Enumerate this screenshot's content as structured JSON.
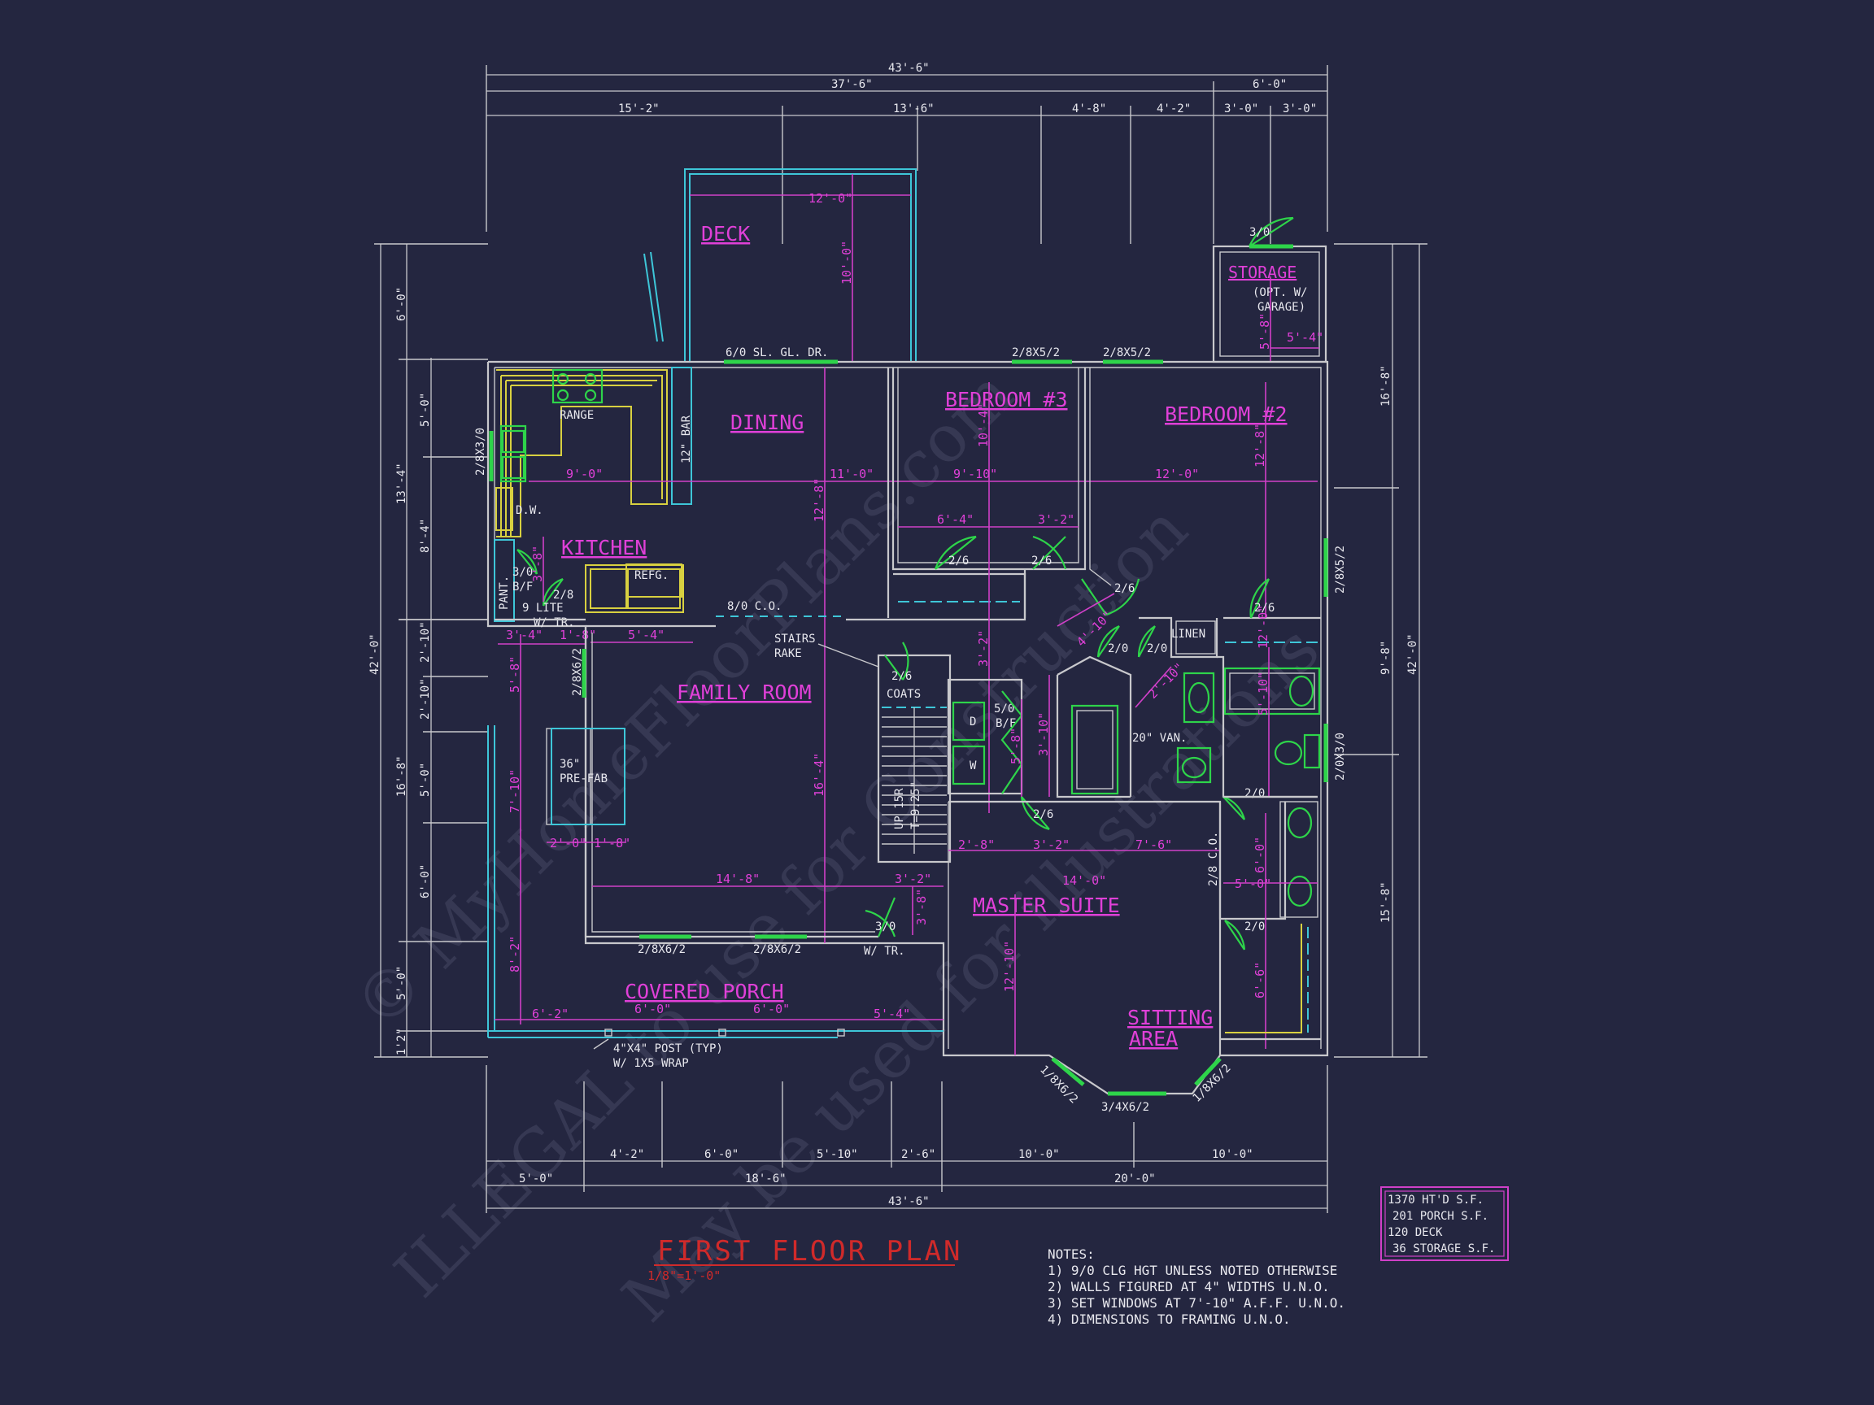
{
  "rooms": {
    "deck": "DECK",
    "storage": "STORAGE",
    "storage_note_1": "(OPT. W/",
    "storage_note_2": "GARAGE)",
    "dining": "DINING",
    "bedroom3": "BEDROOM #3",
    "bedroom2": "BEDROOM #2",
    "kitchen": "KITCHEN",
    "family_room": "FAMILY ROOM",
    "master_suite": "MASTER SUITE",
    "sitting_area_1": "SITTING",
    "sitting_area_2": "AREA",
    "covered_porch": "COVERED PORCH"
  },
  "labels": {
    "range": "RANGE",
    "bar": "12\" BAR",
    "dw": "D.W.",
    "refg": "REFG.",
    "pant": "PANT.",
    "bif1": "3/0",
    "bif2": "B/F",
    "lite1": "2/8",
    "lite2": "9 LITE",
    "lite3": "W/ TR.",
    "co": "8/0 C.O.",
    "stairs1": "STAIRS",
    "stairs2": "RAKE",
    "coats": "COATS",
    "linen": "LINEN",
    "d": "D",
    "w": "W",
    "bif_50a": "5/0",
    "bif_50b": "B/F",
    "van": "20\" VAN.",
    "prefab1": "36\"",
    "prefab2": "PRE-FAB",
    "up": "UP 15R",
    "t": "T=9.25\"",
    "post1": "4\"X4\" POST (TYP)",
    "post2": "W/ 1X5 WRAP",
    "wtr": "W/ TR.",
    "co28": "2/8 C.O.",
    "sl_gl": "6/0 SL. GL. DR."
  },
  "doors": {
    "d30_storage": "3/0",
    "d26_a": "2/6",
    "d26_b": "2/6",
    "d26_c": "2/6",
    "d26_d": "2/6",
    "d26_coats": "2/6",
    "d20_a": "2/0",
    "d20_b": "2/0",
    "d20_c": "2/0",
    "d20_d": "2/0",
    "d26_e": "2/6",
    "d30_front": "3/0"
  },
  "windows": {
    "w1": "2/8X5/2",
    "w2": "2/8X5/2",
    "w3": "2/8X3/0",
    "w4": "2/8X5/2",
    "w5": "2/8X6/2",
    "w6": "2/8X6/2",
    "w7": "2/8X6/2",
    "w8": "2/0X3/0",
    "w9": "1/8X6/2",
    "w10": "3/4X6/2",
    "w11": "1/8X6/2"
  },
  "dims_top": {
    "overall": "43'-6\"",
    "d37": "37'-6\"",
    "d6": "6'-0\"",
    "a": "15'-2\"",
    "b": "13'-6\"",
    "c": "4'-8\"",
    "d": "4'-2\"",
    "e": "3'-0\"",
    "f": "3'-0\""
  },
  "dims_bottom": {
    "a": "4'-2\"",
    "b": "6'-0\"",
    "c": "5'-10\"",
    "d": "2'-6\"",
    "e": "10'-0\"",
    "f": "10'-0\"",
    "g": "5'-0\"",
    "h": "18'-6\"",
    "i": "20'-0\"",
    "overall": "43'-6\""
  },
  "dims_left": {
    "a": "6'-0\"",
    "b": "5'-0\"",
    "c": "13'-4\"",
    "d": "8'-4\"",
    "e": "2'-10\"",
    "f": "2'-10\"",
    "g": "42'-0\"",
    "h": "5'-0\"",
    "i": "16'-8\"",
    "j": "6'-0\"",
    "k": "5'-0\"",
    "l": "1'2\""
  },
  "dims_right": {
    "a": "16'-8\"",
    "b": "9'-8\"",
    "c": "42'-0\"",
    "d": "15'-8\""
  },
  "dims_inner": {
    "deck_w": "12'-0\"",
    "deck_h": "10'-0\"",
    "k_w": "9'-0\"",
    "dn_w": "11'-0\"",
    "dn_h": "12'-8\"",
    "b3_w": "9'-10\"",
    "b3_h": "10'-4\"",
    "b2_w": "12'-0\"",
    "b2_h": "12'-8\"",
    "st_h": "5'-8\"",
    "st_w": "5'-4\"",
    "cl1": "6'-4\"",
    "cl2": "3'-2\"",
    "k1": "3'-4\"",
    "k2": "1'-8\"",
    "k3": "5'-4\"",
    "k4": "3'-8\"",
    "fr_w": "14'-8\"",
    "fr_h": "16'-4\"",
    "fr1": "5'-8\"",
    "fr2": "7'-10\"",
    "fr3": "2'-0\"",
    "fr4": "1'-8\"",
    "cp1": "6'-2\"",
    "cp2": "6'-0\"",
    "cp3": "6'-0\"",
    "cp4": "5'-4\"",
    "cp5": "8'-2\"",
    "hall1": "3'-2\"",
    "hall2": "4'-10\"",
    "hall3": "2'-10\"",
    "hall4": "3'-10\"",
    "hall5": "5'-8\"",
    "bt1": "5'-10\"",
    "bt2": "12'-0\"",
    "ms1": "2'-8\"",
    "ms2": "3'-2\"",
    "ms3": "7'-6\"",
    "ms4": "14'-0\"",
    "ms5": "3'-2\"",
    "ms6": "3'-8\"",
    "ms7": "12'-10\"",
    "mb1": "5'-0\"",
    "mb2": "6'-0\"",
    "mb3": "6'-6\""
  },
  "title": {
    "main": "FIRST FLOOR PLAN",
    "scale": "1/8\"=1'-0\""
  },
  "notes": {
    "head": "NOTES:",
    "n1": "1)  9/0 CLG HGT UNLESS NOTED OTHERWISE",
    "n2": "2)  WALLS FIGURED AT 4\" WIDTHS U.N.O.",
    "n3": "3)  SET WINDOWS AT 7'-10\" A.F.F. U.N.O.",
    "n4": "4)  DIMENSIONS TO FRAMING U.N.O."
  },
  "area": {
    "a1": "1370 HT'D S.F.",
    "a2": "201 PORCH S.F.",
    "a3": "120 DECK",
    "a4": "36 STORAGE S.F."
  },
  "watermark": {
    "line1": "© MyHomeFloorPlans.com",
    "line2": "ILLEGAL to use for Construction",
    "line3": "May be used for illustrations"
  }
}
